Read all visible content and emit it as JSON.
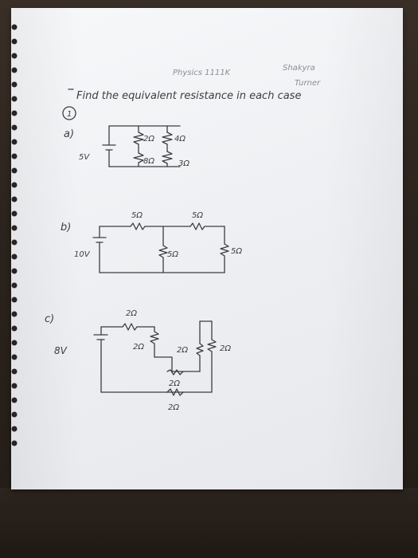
{
  "header": {
    "course": "Physics 1111K",
    "name_line1": "Shakyra",
    "name_line2": "Turner"
  },
  "instruction": "Find the equivalent resistance in each case",
  "problem_number": "1",
  "parts": {
    "a": {
      "label": "a)",
      "source": "5V",
      "resistors": [
        "2Ω",
        "4Ω",
        "8Ω",
        "3Ω"
      ]
    },
    "b": {
      "label": "b)",
      "source": "10V",
      "resistors": [
        "5Ω",
        "5Ω",
        "5Ω",
        "5Ω"
      ]
    },
    "c": {
      "label": "c)",
      "source": "8V",
      "resistors": [
        "2Ω",
        "2Ω",
        "2Ω",
        "2Ω",
        "2Ω",
        "2Ω"
      ]
    }
  },
  "colors": {
    "pencil": "#3b3d44",
    "header_pencil": "#8a8d96",
    "paper": "#f2f3f6",
    "desk": "#2a221c"
  }
}
